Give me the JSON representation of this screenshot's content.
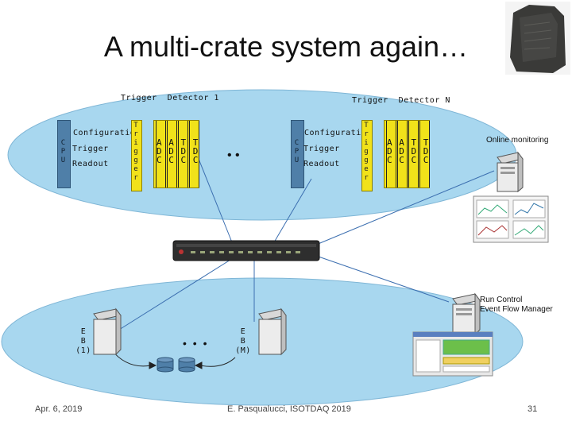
{
  "title": "A multi-crate system again…",
  "crate1": {
    "label": "Trigger  Detector 1",
    "cpu_letters": "C\nP\nU",
    "configuration": "Configuration",
    "trigger": "Trigger",
    "readout": "Readout",
    "trigger_vertical": "T\nr\ni\ng\ng\ne\nr",
    "adc_letters": "A A T T\nD D D D\nC C C C"
  },
  "crateN": {
    "label": "Trigger  Detector N",
    "cpu_letters": "C\nP\nU",
    "configuration": "Configuration",
    "trigger": "Trigger",
    "readout": "Readout",
    "trigger_vertical": "T\nr\ni\ng\ng\ne\nr",
    "adc_letters": "A A T T\nD D D D\nC C C C"
  },
  "crate_dots": "• •",
  "online_monitoring": "Online monitoring",
  "run_control": "Run Control\nEvent Flow Manager",
  "eb1": "E\nB\n(1)",
  "ebM": "E\nB\n(M)",
  "eb_dots": "• • •",
  "footer": {
    "date": "Apr. 6, 2019",
    "author": "E. Pasqualucci, ISOTDAQ 2019",
    "page": "31"
  },
  "colors": {
    "ellipse": "#a8d7ef",
    "cpu": "#4f7fa8",
    "trigger": "#f1e21a",
    "switch": "#2e2e2e",
    "link": "#3c6fb0"
  }
}
